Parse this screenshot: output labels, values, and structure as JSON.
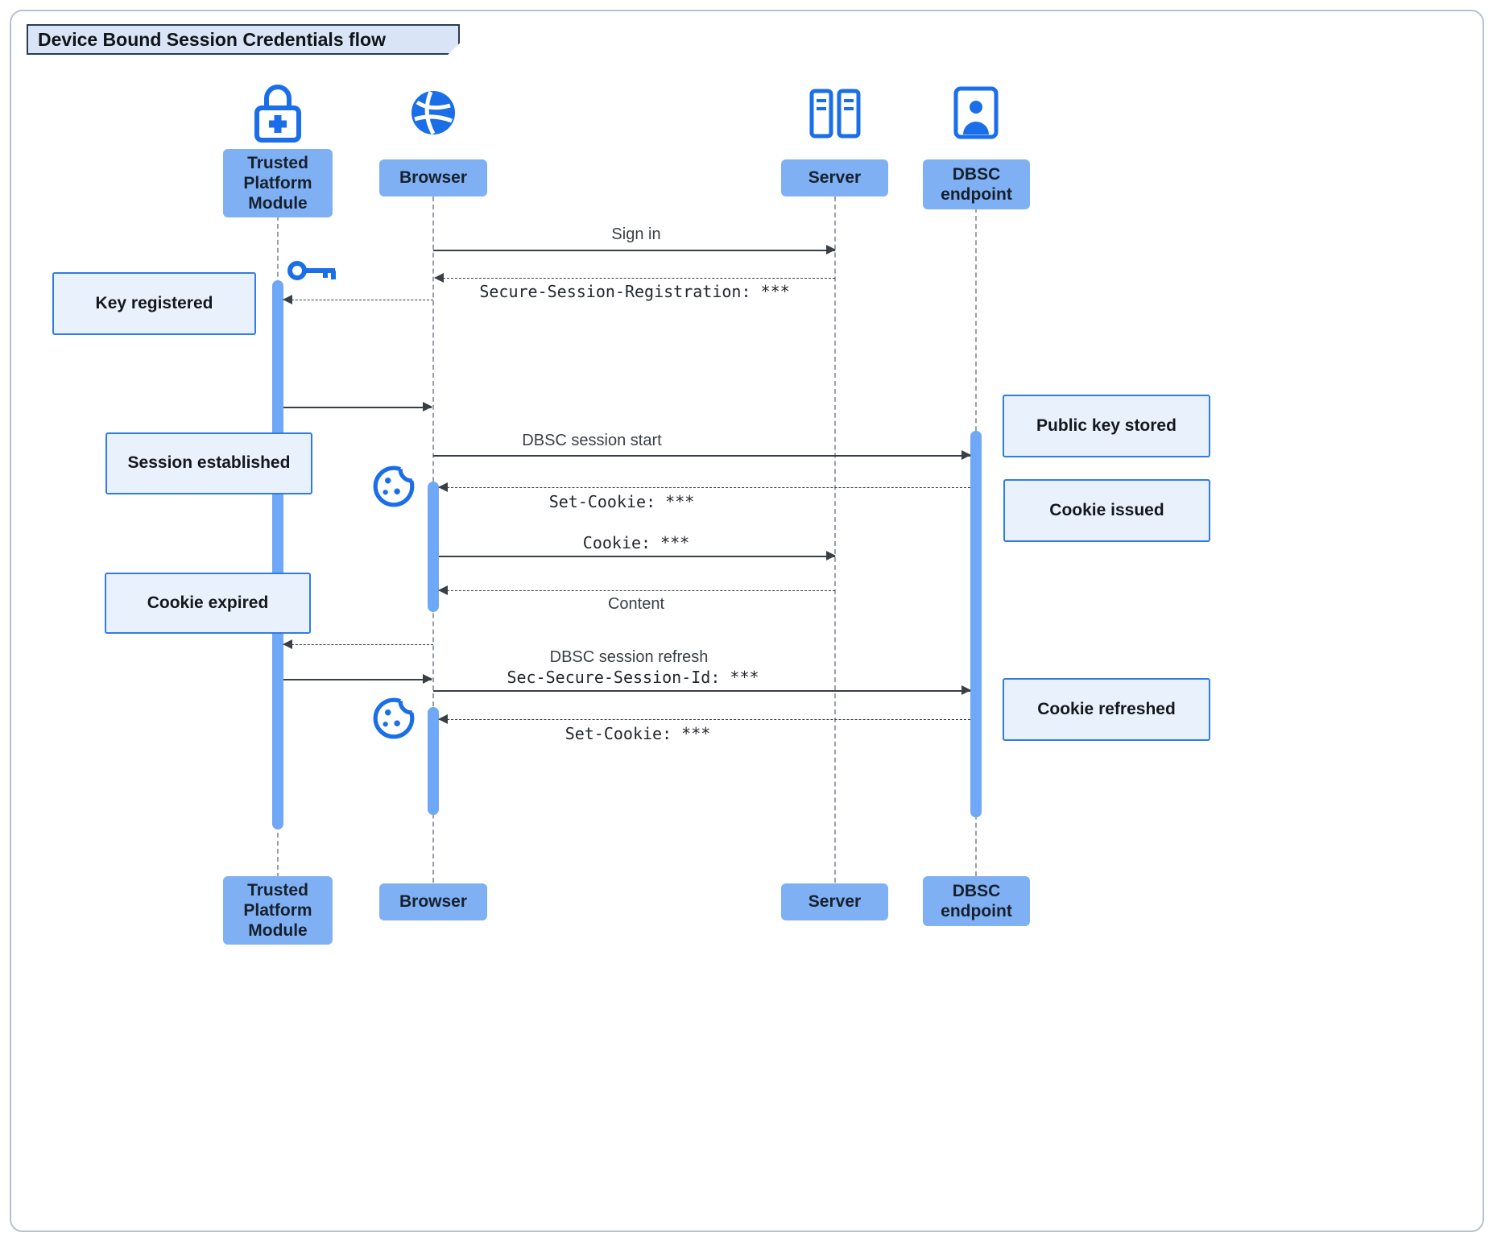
{
  "title": "Device Bound Session Credentials flow",
  "participants": {
    "tpm": {
      "label": "Trusted Platform Module"
    },
    "browser": {
      "label": "Browser"
    },
    "server": {
      "label": "Server"
    },
    "dbsc": {
      "label": "DBSC endpoint"
    }
  },
  "notes": {
    "key_registered": "Key registered",
    "session_established": "Session established",
    "cookie_expired": "Cookie expired",
    "public_key_stored": "Public key stored",
    "cookie_issued": "Cookie issued",
    "cookie_refreshed": "Cookie refreshed"
  },
  "messages": {
    "sign_in": "Sign in",
    "secure_session_registration": "Secure-Session-Registration: ***",
    "dbsc_session_start": "DBSC session start",
    "set_cookie_1": "Set-Cookie: ***",
    "cookie": "Cookie: ***",
    "content": "Content",
    "dbsc_session_refresh": "DBSC session refresh",
    "sec_secure_session_id": "Sec-Secure-Session-Id: ***",
    "set_cookie_2": "Set-Cookie: ***"
  },
  "icons": {
    "tpm": "lock-plus-icon",
    "browser": "globe-icon",
    "server": "server-racks-icon",
    "dbsc": "endpoint-person-icon",
    "key": "key-icon",
    "cookie": "cookie-icon"
  },
  "colors": {
    "accent": "#1a6ee8",
    "activation": "#6fa8f7",
    "participant_fill": "#7fb0f4",
    "note_fill": "#e9f1fd",
    "note_border": "#2e7ce8",
    "arrow": "#3a3f45"
  }
}
